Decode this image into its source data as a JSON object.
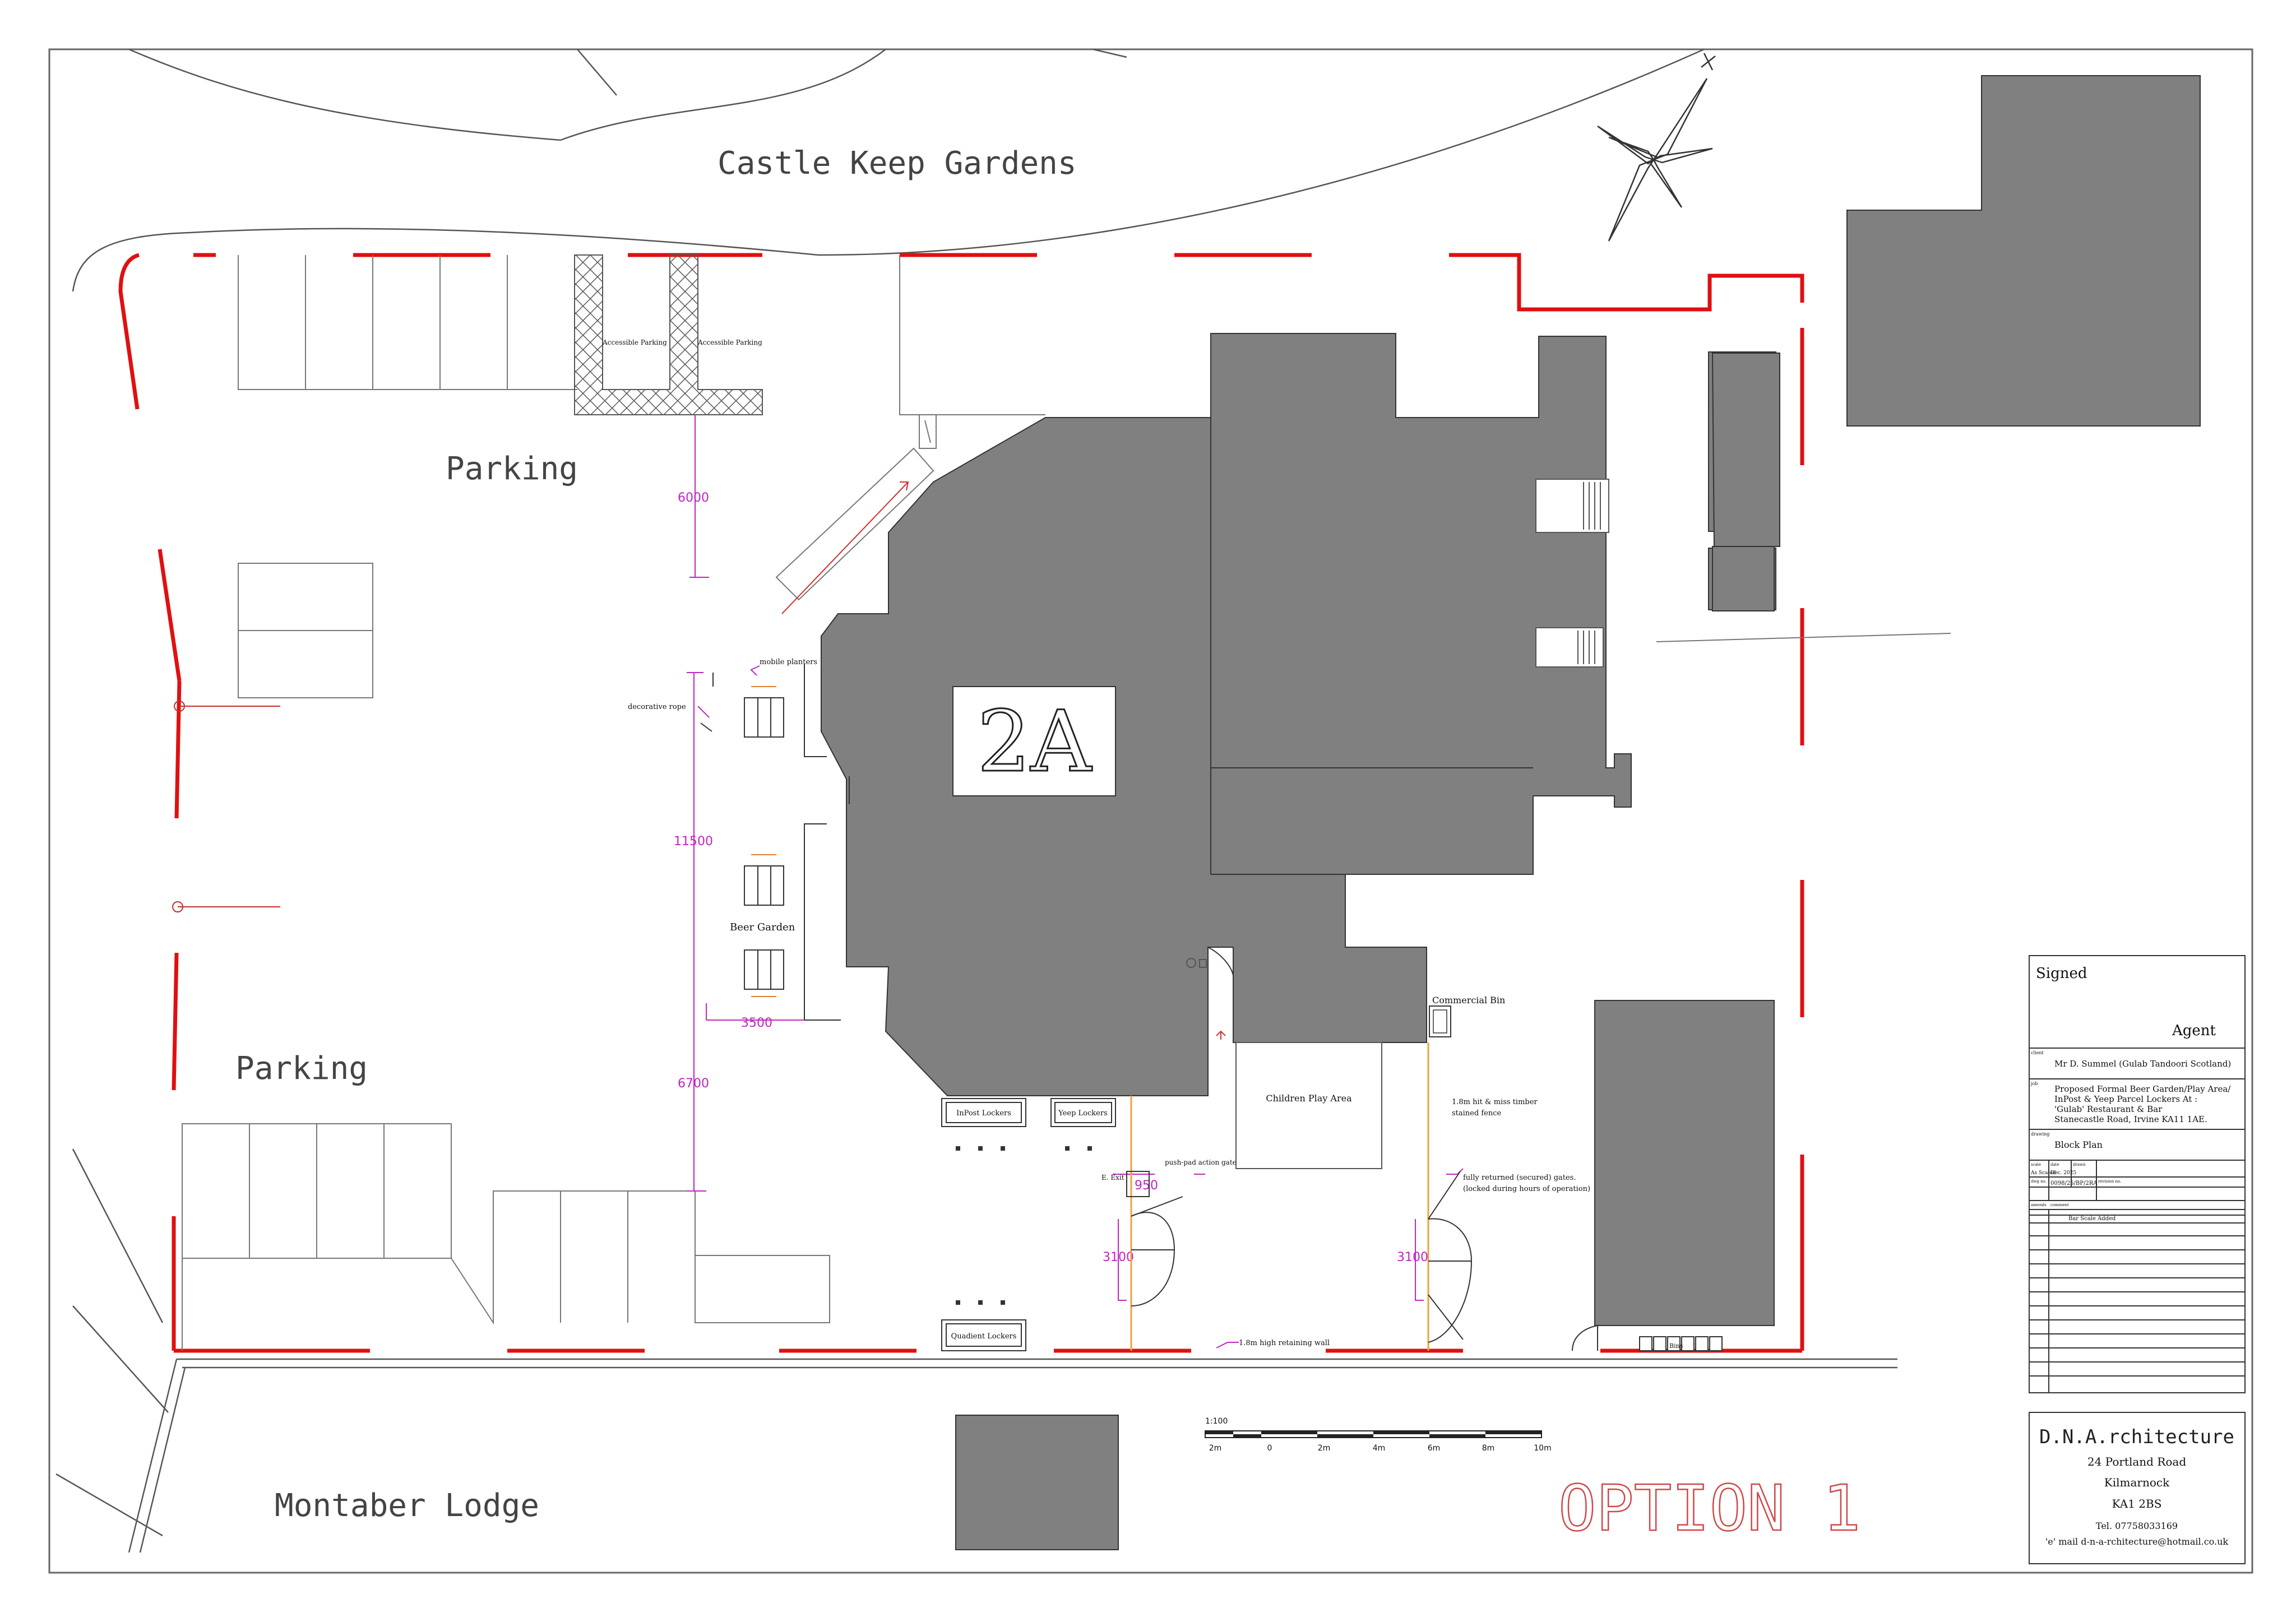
{
  "labels": {
    "castle_keep": "Castle Keep Gardens",
    "parking_top": "Parking",
    "parking_bottom": "Parking",
    "montaber": "Montaber Lodge",
    "unit_2a": "2A",
    "beer_garden": "Beer Garden",
    "accessible_1": "Accessible Parking",
    "accessible_2": "Accessible Parking",
    "mobile_planters": "mobile planters",
    "decorative_rope": "decorative rope",
    "inpost": "InPost Lockers",
    "yeep": "Yeep Lockers",
    "quadient": "Quadient Lockers",
    "push_pad": "push-pad action gate",
    "e_exit": "E. Exit",
    "commercial_bin": "Commercial Bin",
    "children_play": "Children Play Area",
    "fence": [
      "1.8m hit & miss timber",
      "stained fence"
    ],
    "gates": [
      "fully returned (secured) gates.",
      "(locked during hours of operation)"
    ],
    "retaining_wall": "1.8m high retaining wall",
    "bins": "Bins",
    "option": "OPTION 1"
  },
  "dimensions": {
    "d6000": "6000",
    "d11500": "11500",
    "d3500": "3500",
    "d6700": "6700",
    "d950": "950",
    "d3100_a": "3100",
    "d3100_b": "3100"
  },
  "scale_bar": {
    "ratio": "1:100",
    "ticks": [
      "2m",
      "0",
      "2m",
      "4m",
      "6m",
      "8m",
      "10m"
    ]
  },
  "title_block": {
    "signed": "Signed",
    "agent": "Agent",
    "client_tag": "client",
    "client": "Mr D. Summel (Gulab Tandoori Scotland)",
    "job_tag": "job",
    "job_lines": [
      "Proposed Formal Beer Garden/Play Area/",
      "InPost & Yeep Parcel Lockers At :",
      "'Gulab' Restaurant & Bar",
      "Stanecastle Road, Irvine   KA11 1AE."
    ],
    "drawing_tag": "drawing",
    "drawing": "Block Plan",
    "scale_tag": "scale",
    "scale_val": "As Scaled",
    "date_tag": "date",
    "date_val": "Dec. 2025",
    "drawn_tag": "drawn",
    "dwg_no_tag": "dwg no.",
    "dwg_no": "0098/25/BP/2RA",
    "rev_tag": "revision no.",
    "amend_tag": "amends",
    "comment_tag": "comment",
    "amend_1": "Bar Scale Added"
  },
  "firm": {
    "name": "D.N.A.rchitecture",
    "address_1": "24 Portland Road",
    "address_2": "Kilmarnock",
    "postcode": "KA1 2BS",
    "tel": "Tel. 07758033169",
    "email": "'e' mail   d-n-a-rchitecture@hotmail.co.uk"
  },
  "colors": {
    "building": "#808080",
    "boundary": "#e01010",
    "dimension": "#c026c0",
    "fence": "#f0a040",
    "option": "#d04848"
  }
}
